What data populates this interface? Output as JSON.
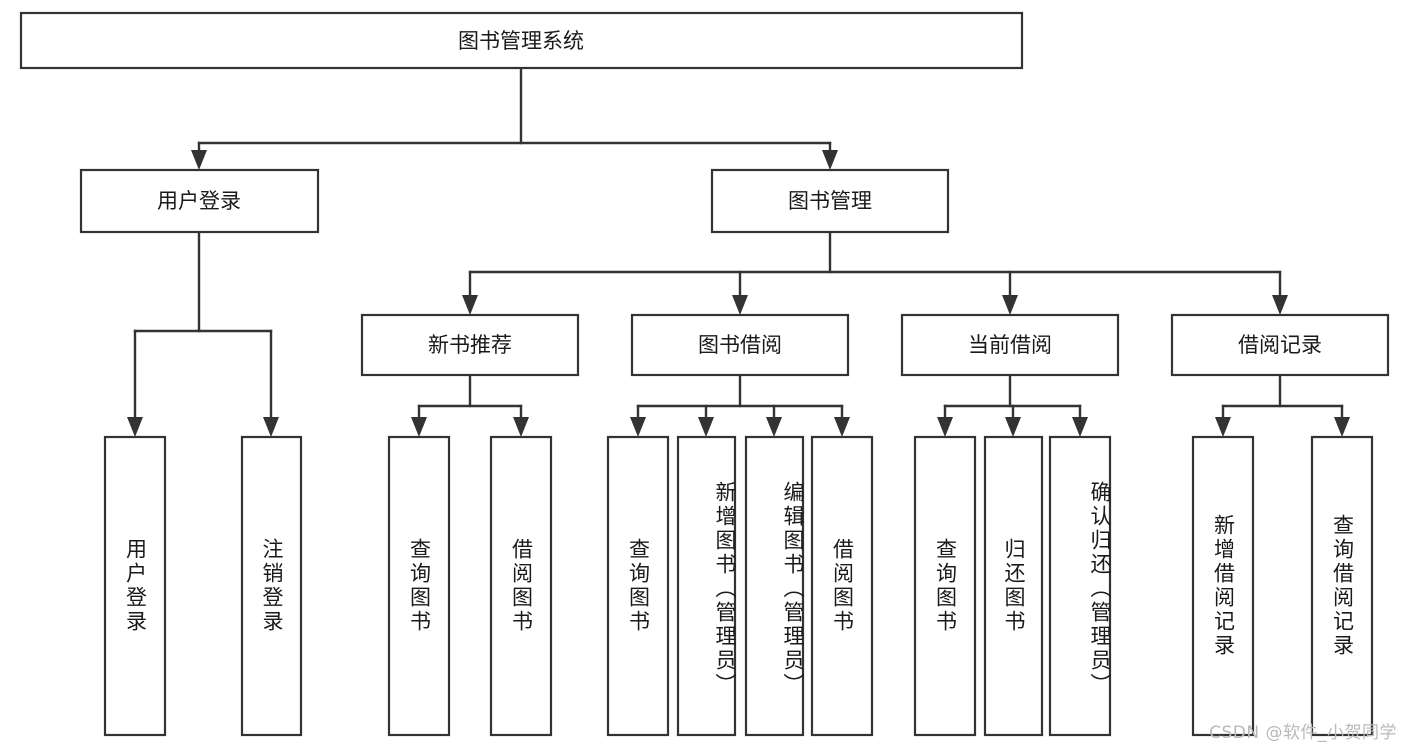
{
  "diagram": {
    "type": "tree",
    "title": "图书管理系统",
    "orientation": "top-down",
    "colors": {
      "box_fill": "#ffffff",
      "box_stroke": "#333333",
      "text": "#1a1a1a",
      "background": "#ffffff",
      "watermark": "#b9b9b9"
    },
    "root": {
      "label": "图书管理系统"
    },
    "level2": [
      {
        "label": "用户登录"
      },
      {
        "label": "图书管理"
      }
    ],
    "level3": [
      {
        "label": "新书推荐"
      },
      {
        "label": "图书借阅"
      },
      {
        "label": "当前借阅"
      },
      {
        "label": "借阅记录"
      }
    ],
    "leaves": {
      "user_login": [
        {
          "label": "用户登录"
        },
        {
          "label": "注销登录"
        }
      ],
      "new_book_recommend": [
        {
          "label": "查询图书"
        },
        {
          "label": "借阅图书"
        }
      ],
      "book_borrow": [
        {
          "label": "查询图书"
        },
        {
          "label": "新增图书（管理员）"
        },
        {
          "label": "编辑图书（管理员）"
        },
        {
          "label": "借阅图书"
        }
      ],
      "current_borrow": [
        {
          "label": "查询图书"
        },
        {
          "label": "归还图书"
        },
        {
          "label": "确认归还（管理员）"
        }
      ],
      "borrow_record": [
        {
          "label": "新增借阅记录"
        },
        {
          "label": "查询借阅记录"
        }
      ]
    }
  },
  "watermark": {
    "text": "CSDN @软件_小贺同学"
  }
}
